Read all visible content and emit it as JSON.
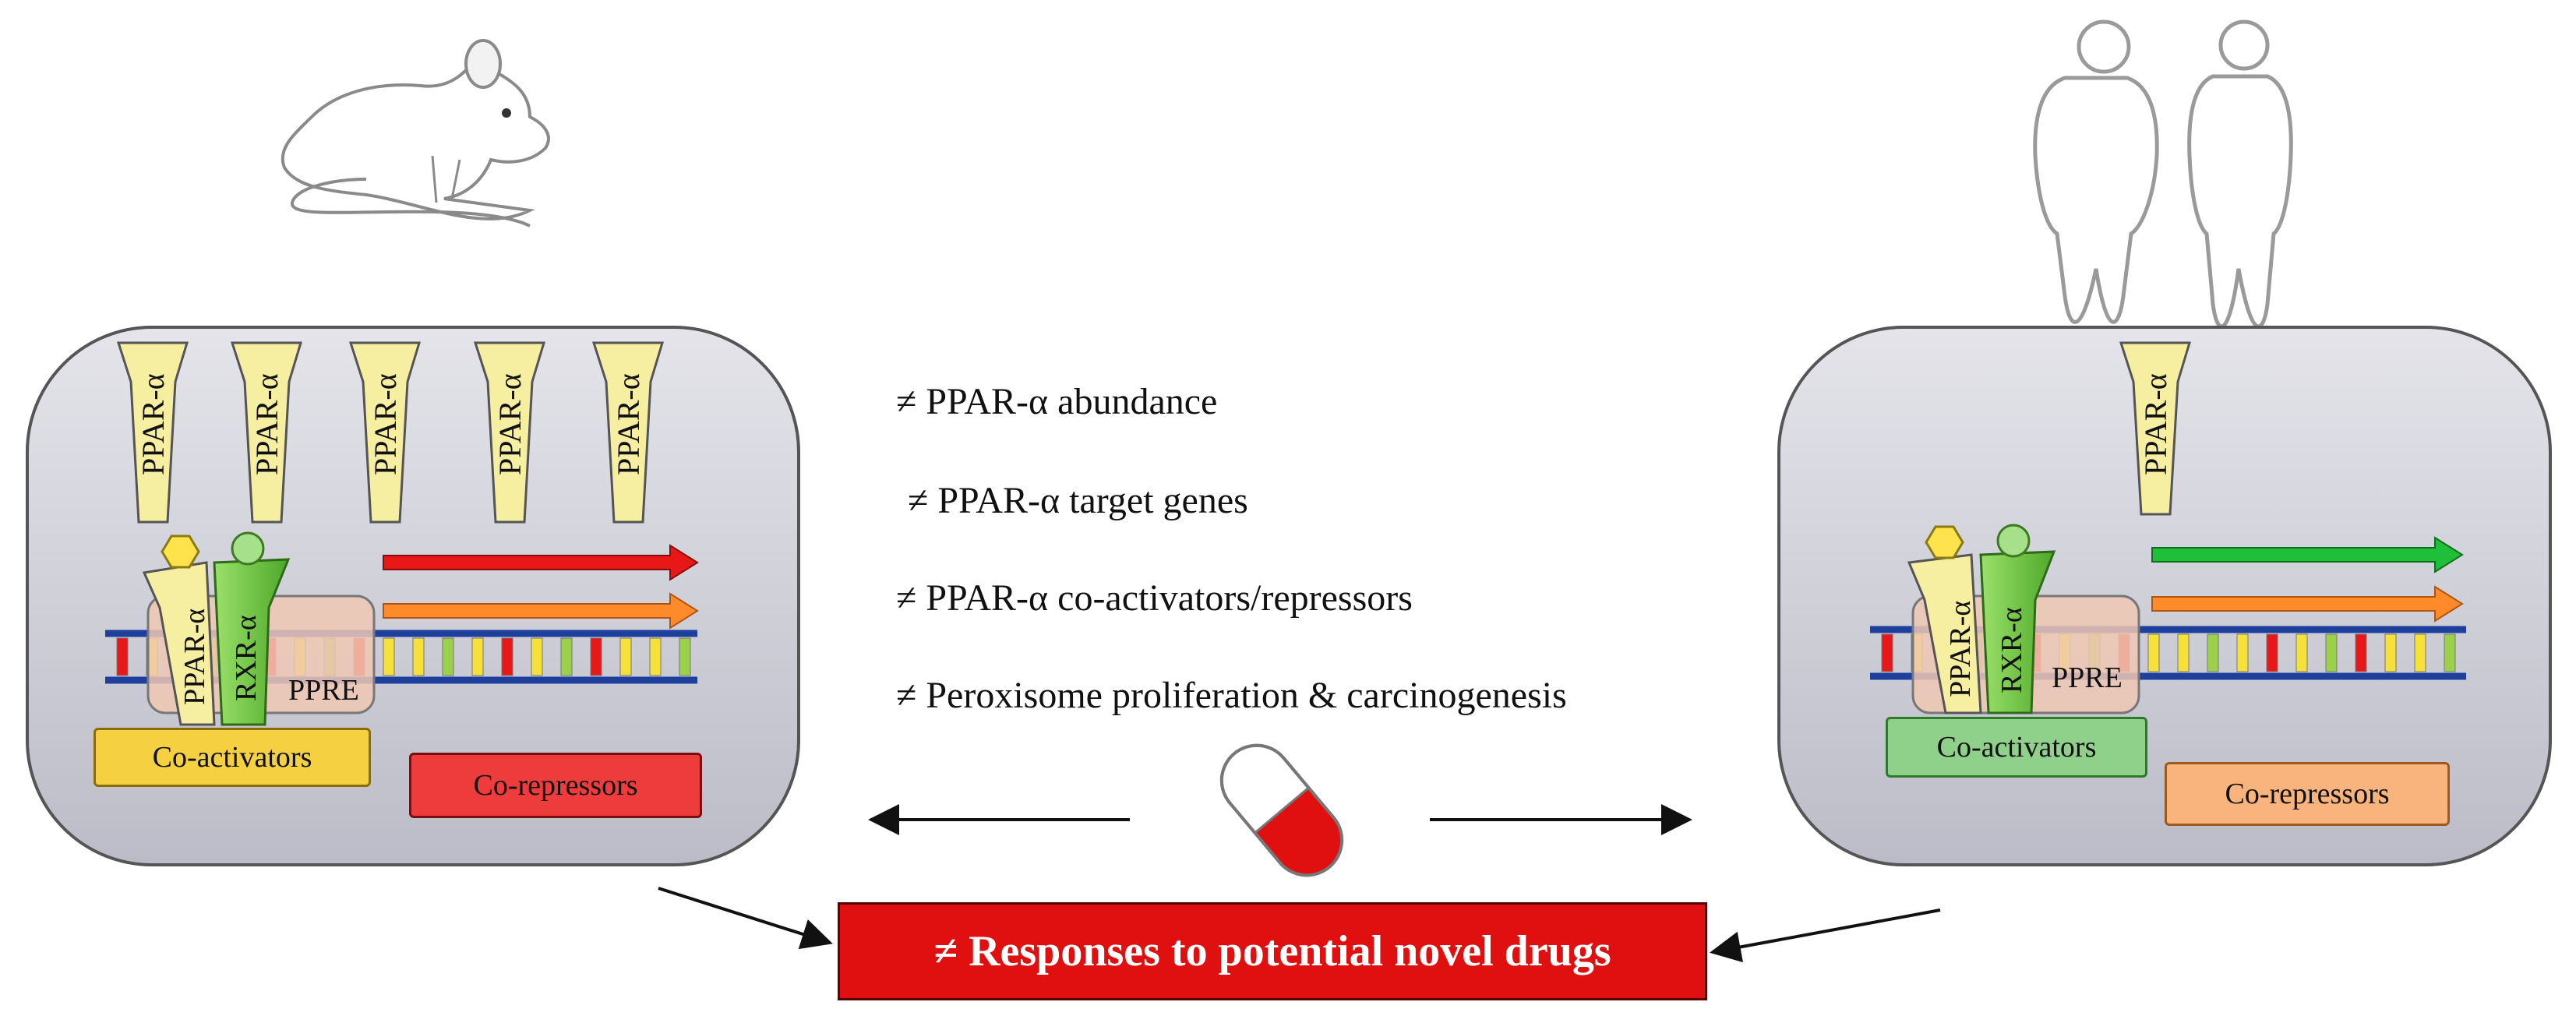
{
  "receptor_label": "PPAR-α",
  "rxr_label": "RXR-α",
  "ppre_label": "PPRE",
  "left_cell": {
    "coactivators": "Co-activators",
    "corepressors": "Co-repressors"
  },
  "right_cell": {
    "coactivators": "Co-activators",
    "corepressors": "Co-repressors"
  },
  "differences": [
    "≠ PPAR-α abundance",
    "≠ PPAR-α target genes",
    "≠ PPAR-α co-activators/repressors",
    "≠ Peroxisome proliferation & carcinogenesis"
  ],
  "conclusion": "≠ Responses to potential novel drugs",
  "colors": {
    "receptor_yellow": "#f6eea0",
    "rxr_green": "#7ccf4a",
    "cell_fill": "#cfcfd8",
    "coactivator_left": "#f5d040",
    "corepressor_left": "#ee3b3b",
    "coactivator_right": "#8fd08a",
    "corepressor_right": "#f9b47d",
    "conclusion_red": "#e01010"
  }
}
